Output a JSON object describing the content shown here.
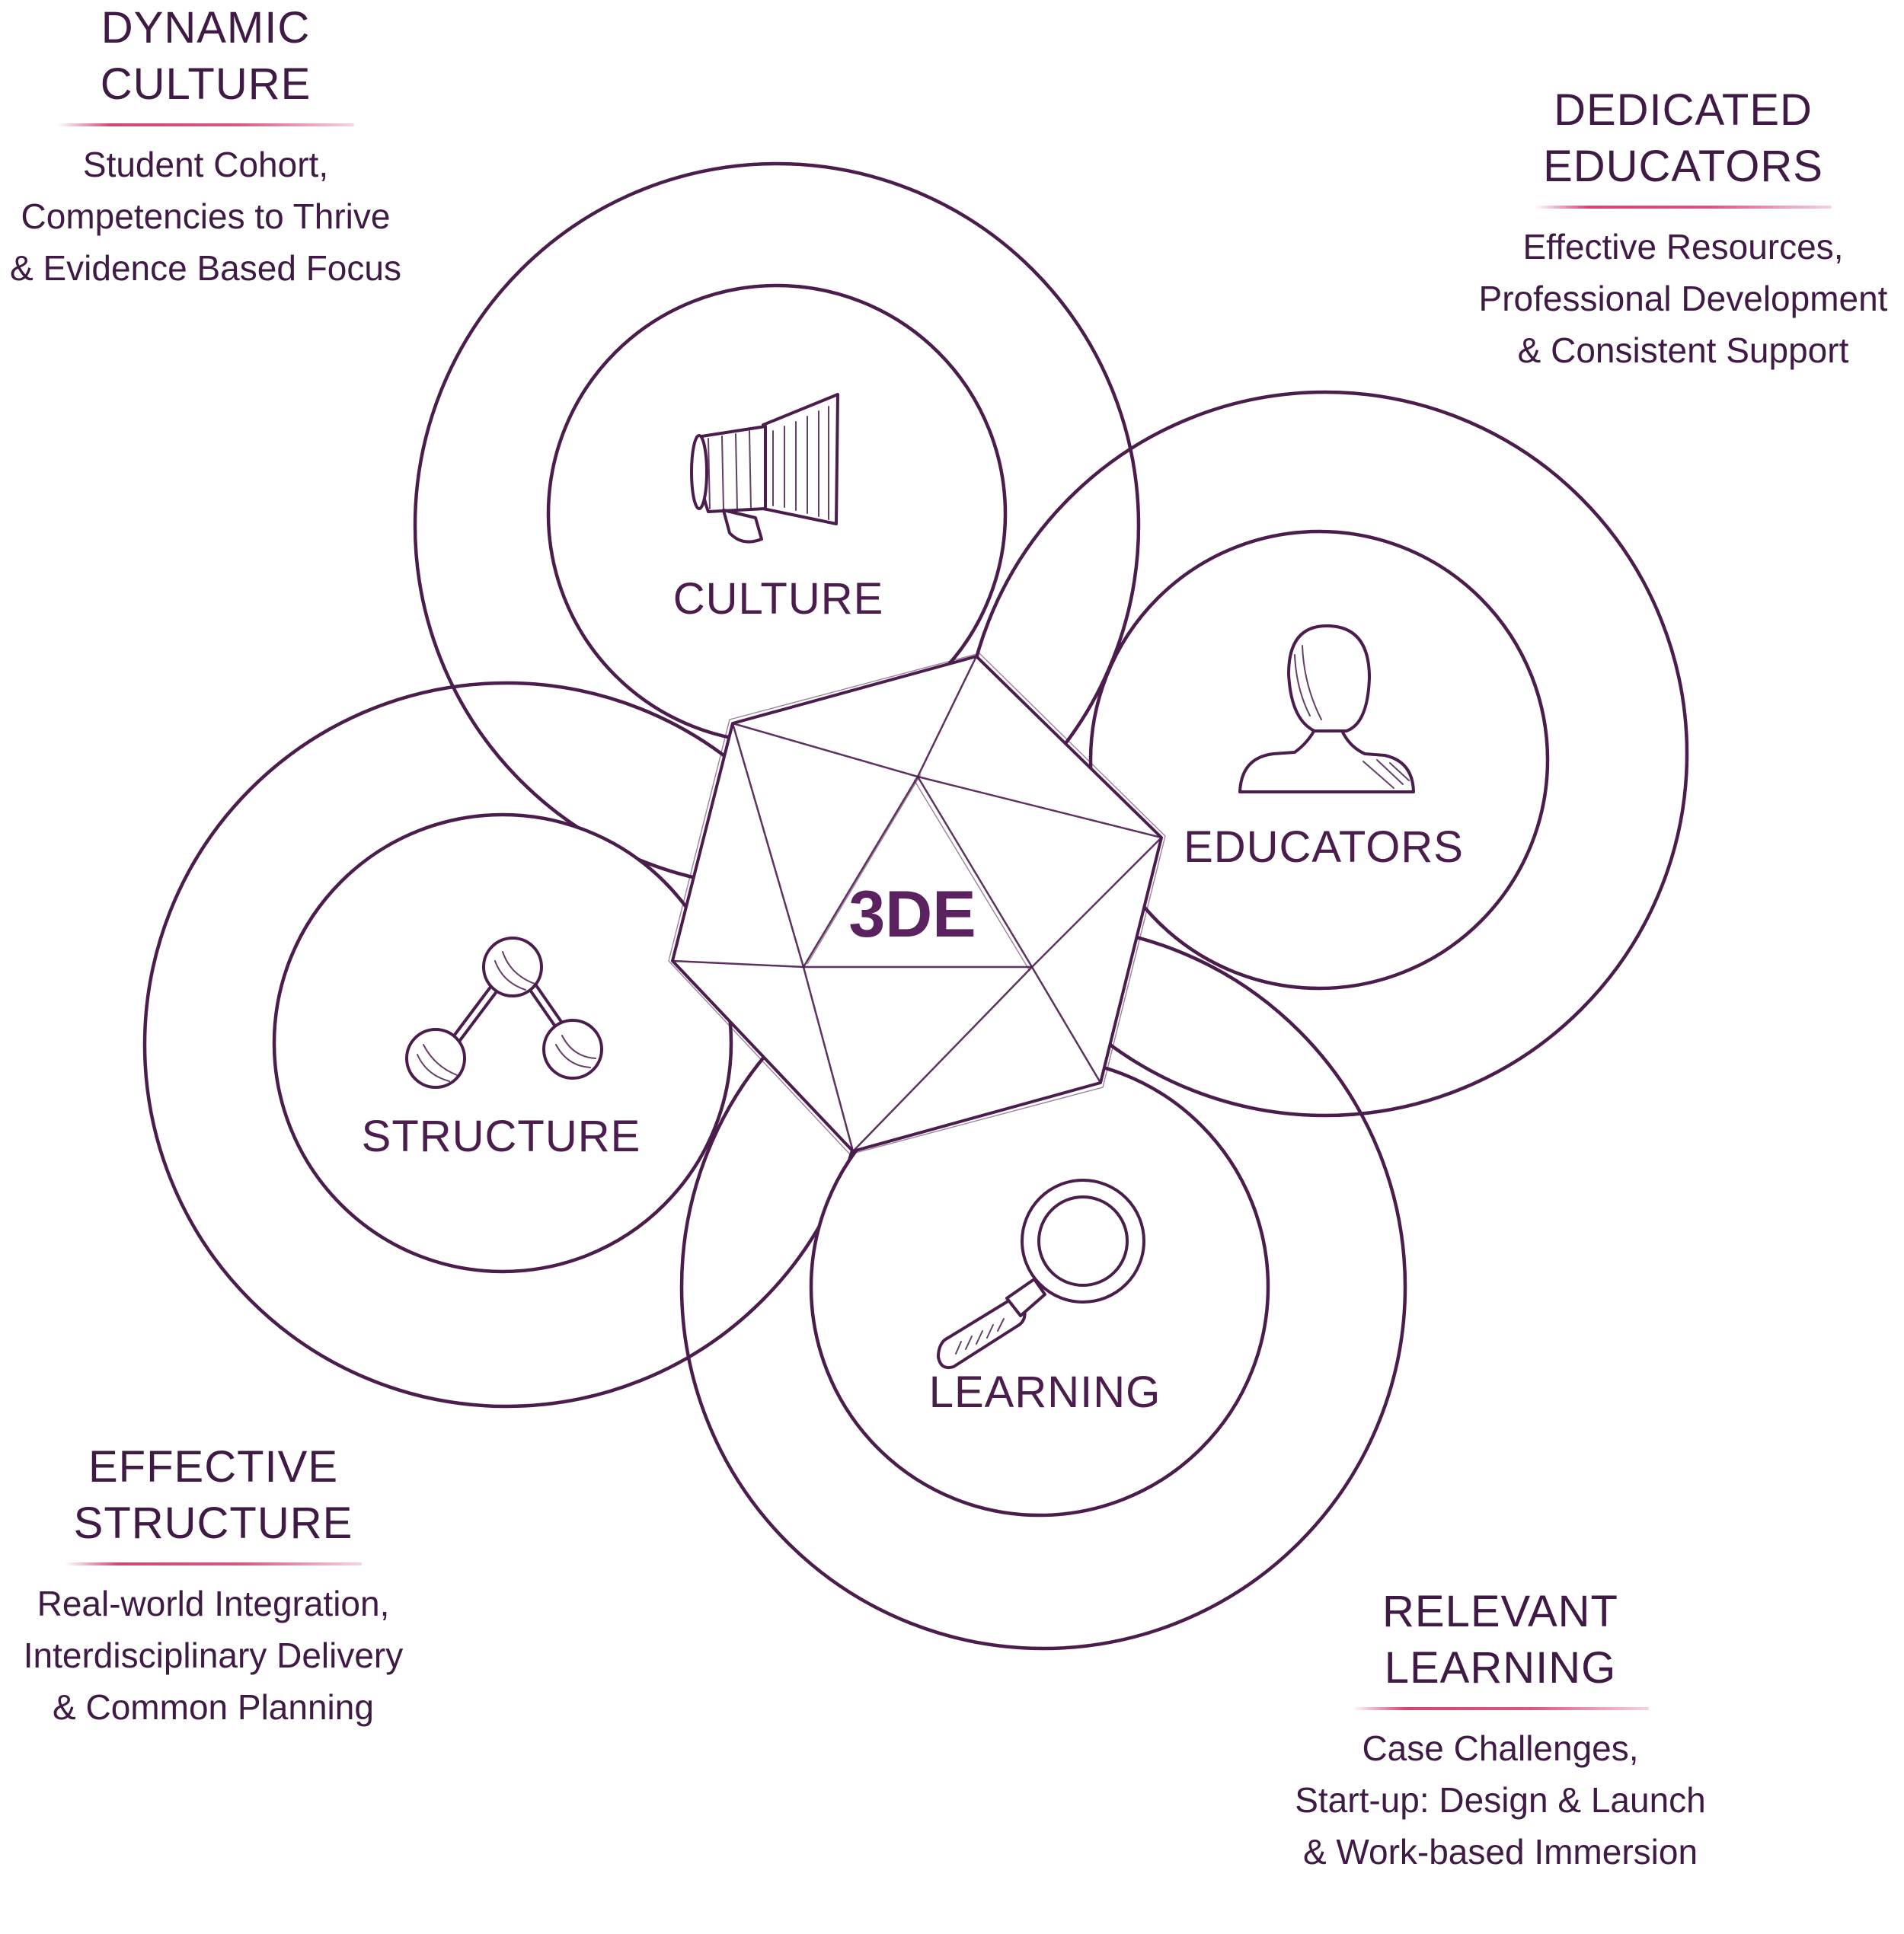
{
  "core": {
    "label": "3DE"
  },
  "nodes": {
    "culture": {
      "label": "CULTURE",
      "icon": "megaphone-icon"
    },
    "educators": {
      "label": "EDUCATORS",
      "icon": "person-bust-icon"
    },
    "structure": {
      "label": "STRUCTURE",
      "icon": "molecule-icon"
    },
    "learning": {
      "label": "LEARNING",
      "icon": "magnifying-glass-icon"
    }
  },
  "callouts": {
    "culture": {
      "title": "DYNAMIC\nCULTURE",
      "text": "Student Cohort,\nCompetencies to Thrive\n& Evidence Based Focus"
    },
    "educators": {
      "title": "DEDICATED\nEDUCATORS",
      "text": "Effective Resources,\nProfessional Development\n& Consistent Support"
    },
    "structure": {
      "title": "EFFECTIVE\nSTRUCTURE",
      "text": "Real-world Integration,\nInterdisciplinary Delivery\n& Common Planning"
    },
    "learning": {
      "title": "RELEVANT\nLEARNING",
      "text": "Case Challenges,\nStart-up: Design & Launch\n& Work-based Immersion"
    }
  },
  "colors": {
    "ink": "#4a1d4c",
    "core_text": "#5a2360",
    "accent_rule": "#d2466f",
    "background": "#ffffff"
  }
}
